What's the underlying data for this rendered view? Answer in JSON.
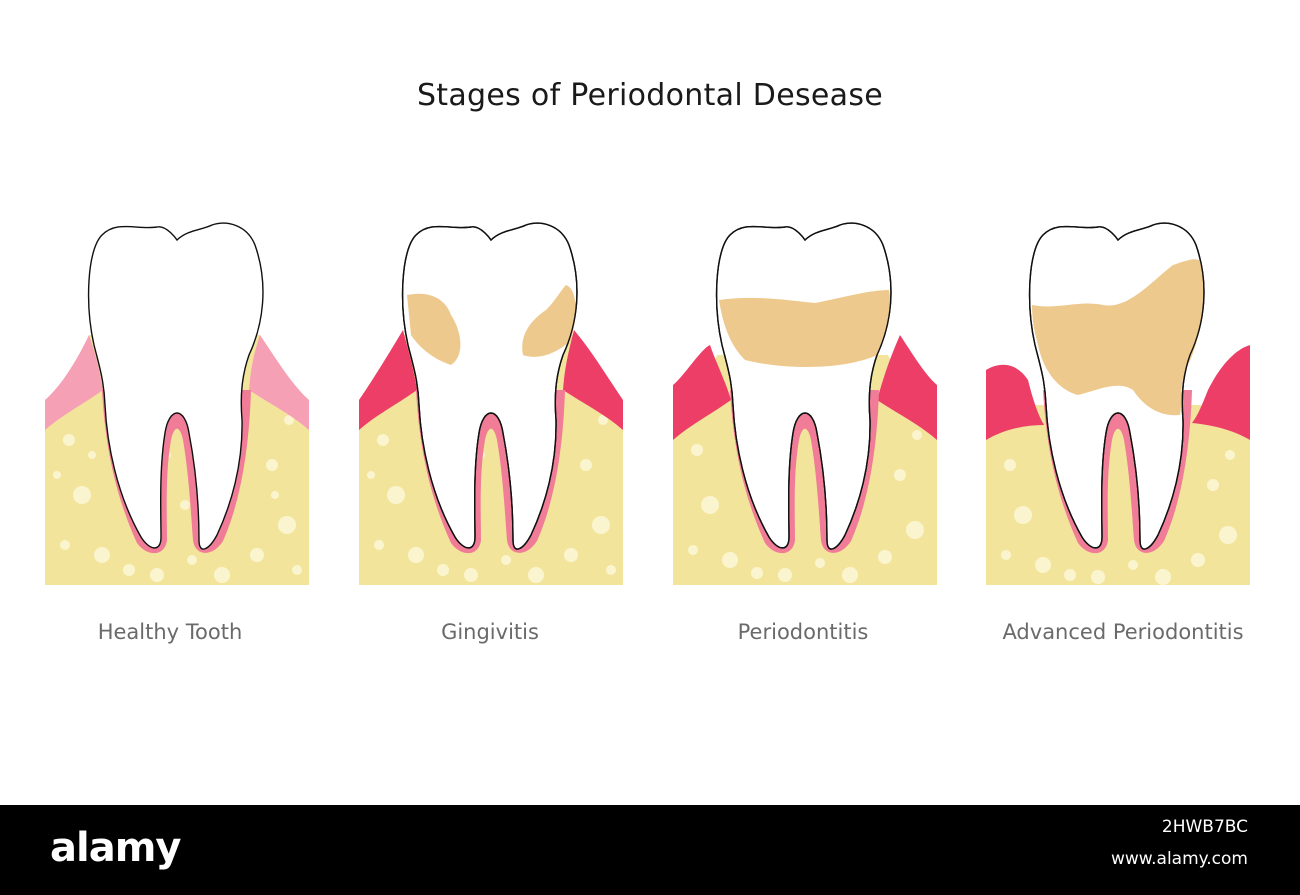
{
  "title": "Stages of Periodontal Desease",
  "stages": [
    {
      "label": "Healthy Tooth"
    },
    {
      "label": "Gingivitis"
    },
    {
      "label": "Periodontitis"
    },
    {
      "label": "Advanced Periodontitis"
    }
  ],
  "footer": {
    "logo": "alamy",
    "image_id": "2HWB7BC",
    "url": "www.alamy.com"
  },
  "colors": {
    "bone": "#f3e49b",
    "bone_spots": "#fbf5cf",
    "gum_healthy": "#f5a0b5",
    "gum_inflamed": "#ec3e66",
    "root_lining": "#f07c97",
    "tartar": "#eec98d",
    "tooth": "#ffffff"
  }
}
